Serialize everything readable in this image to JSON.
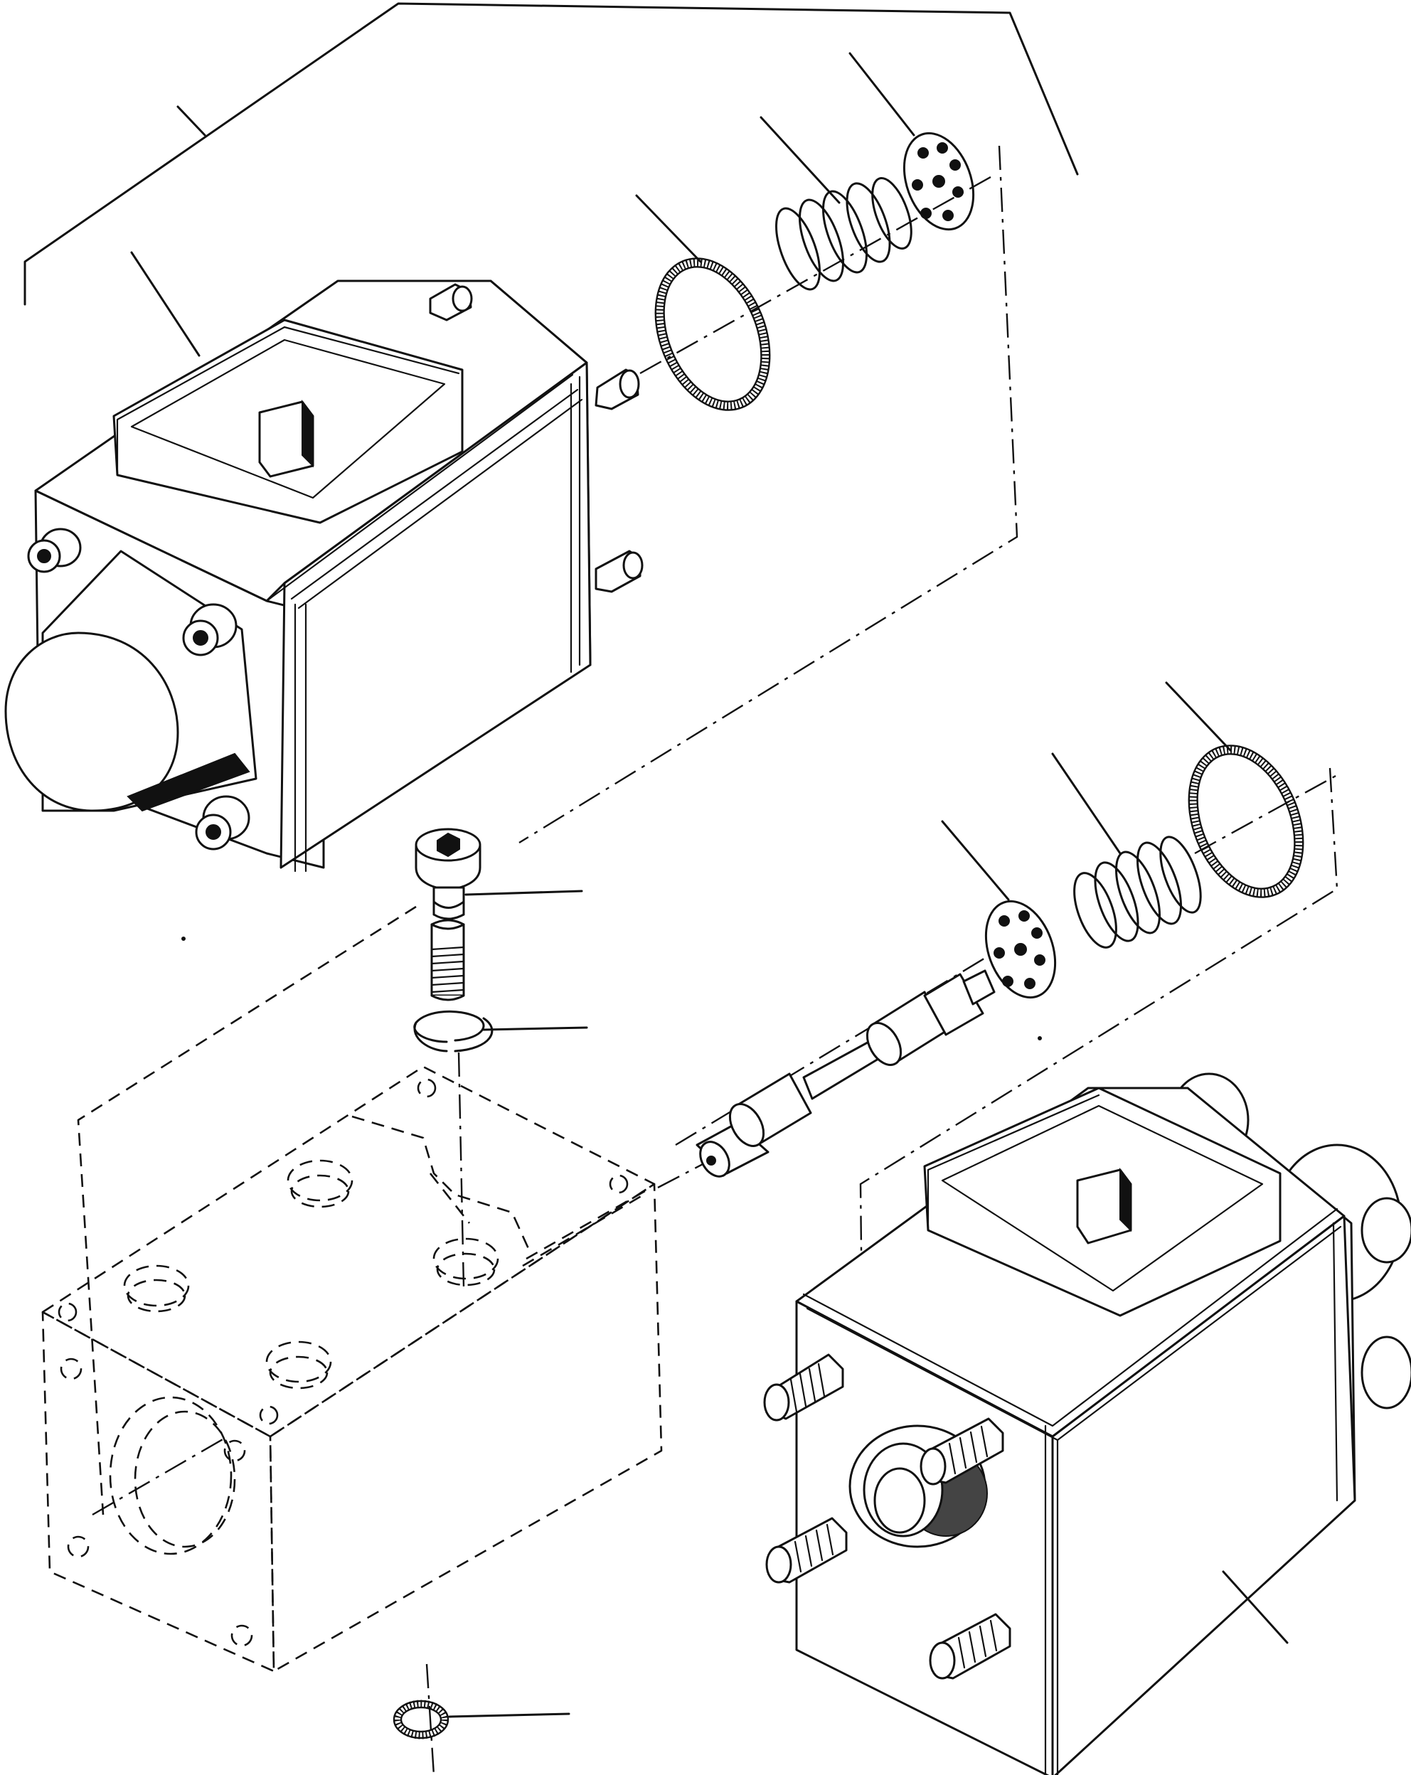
{
  "diagram": {
    "type": "exploded-parts-view",
    "parts": [
      {
        "id": "solenoid-coil-upper",
        "kind": "solenoid coil assembly"
      },
      {
        "id": "gasket-upper",
        "kind": "o-ring gasket"
      },
      {
        "id": "spring-upper",
        "kind": "spring"
      },
      {
        "id": "disc-upper",
        "kind": "perforated disc"
      },
      {
        "id": "socket-screw",
        "kind": "socket head cap screw"
      },
      {
        "id": "stud",
        "kind": "threaded stud"
      },
      {
        "id": "snap-ring",
        "kind": "snap ring"
      },
      {
        "id": "valve-body",
        "kind": "valve body (hidden lines)"
      },
      {
        "id": "spool",
        "kind": "valve spool"
      },
      {
        "id": "disc-lower",
        "kind": "perforated disc"
      },
      {
        "id": "spring-lower",
        "kind": "spring"
      },
      {
        "id": "gasket-lower",
        "kind": "o-ring gasket"
      },
      {
        "id": "solenoid-coil-lower",
        "kind": "solenoid coil assembly"
      },
      {
        "id": "seal-ring-bottom",
        "kind": "seal ring"
      }
    ],
    "callout_count": 13,
    "callout_labels": []
  }
}
